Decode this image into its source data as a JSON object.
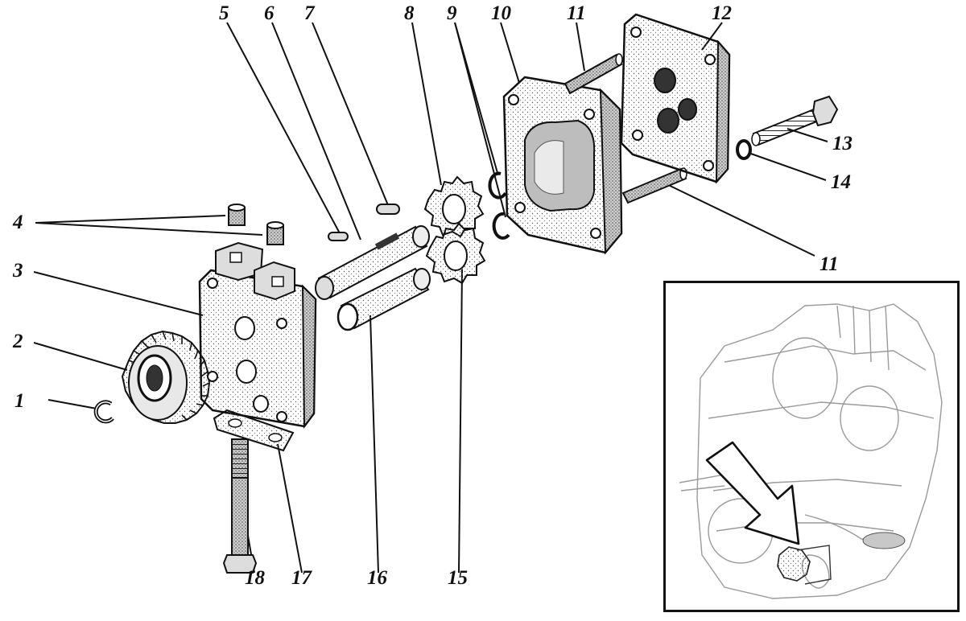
{
  "labels": {
    "l1": "1",
    "l2": "2",
    "l3": "3",
    "l4": "4",
    "l5": "5",
    "l6": "6",
    "l7": "7",
    "l8": "8",
    "l9": "9",
    "l10": "10",
    "l11a": "11",
    "l11b": "11",
    "l12": "12",
    "l13": "13",
    "l14": "14",
    "l15": "15",
    "l16": "16",
    "l17": "17",
    "l18": "18"
  },
  "colors": {
    "ink": "#111111",
    "shade": "#8a8a8a",
    "inset_ink": "#9a9a9a",
    "paper": "#ffffff"
  }
}
